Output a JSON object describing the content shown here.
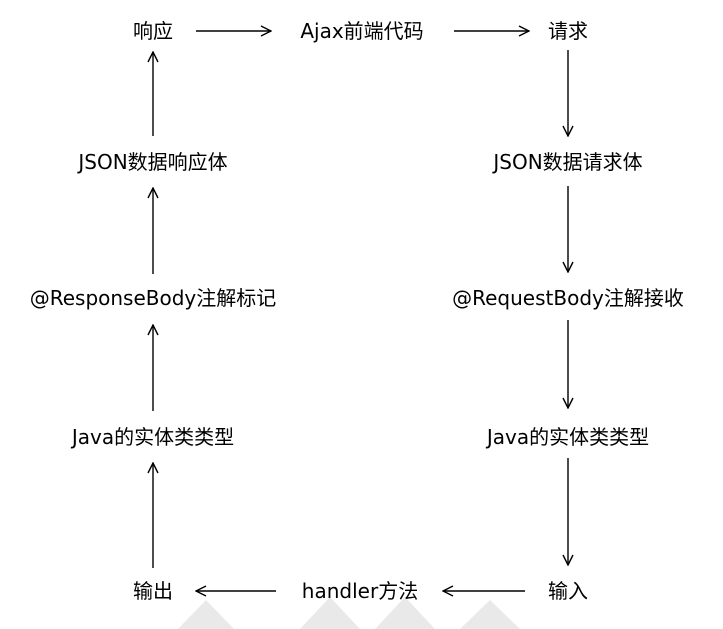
{
  "nodes": {
    "response": "响应",
    "ajax_frontend_code": "Ajax前端代码",
    "request": "请求",
    "json_response_body": "JSON数据响应体",
    "json_request_body": "JSON数据请求体",
    "responsebody_annotation": "@ResponseBody注解标记",
    "requestbody_annotation": "@RequestBody注解接收",
    "java_entity_type_left": "Java的实体类类型",
    "java_entity_type_right": "Java的实体类类型",
    "output": "输出",
    "handler_method": "handler方法",
    "input": "输入"
  },
  "colors": {
    "text": "#000000",
    "line": "#000000",
    "watermark": "#e9e9e9",
    "background": "#ffffff"
  }
}
